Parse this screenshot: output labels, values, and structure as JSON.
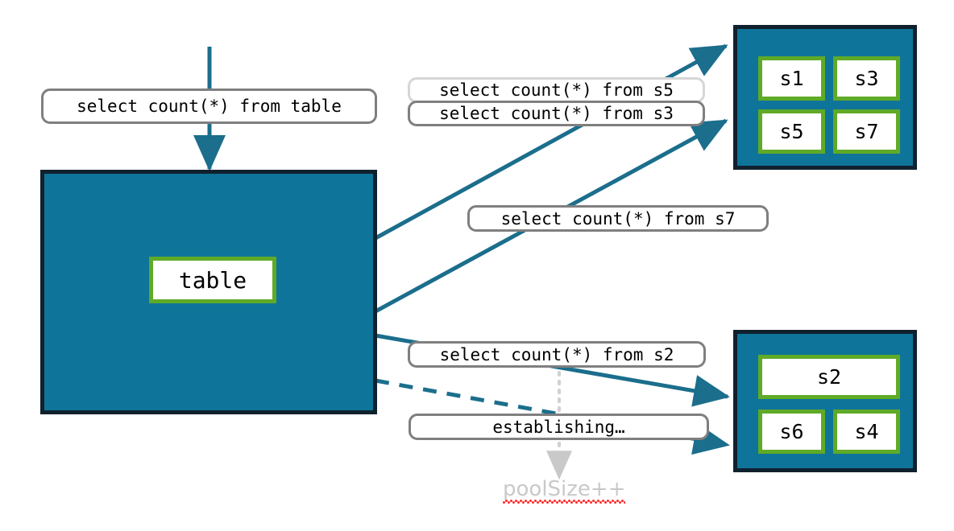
{
  "diagram": {
    "title": "connection pool select count query diagram",
    "colors": {
      "pool_fill": "#0f7499",
      "pool_border": "#10212e",
      "node_border": "#5faa27",
      "node_fill": "#ffffff",
      "edge": "#1b6e8c",
      "label_border": "#7f7f7f",
      "label_border_faded": "#d6d6d6",
      "annotation_text": "#c9c9c9",
      "spellcheck_underline": "#ff2d2d",
      "background": "#ffffff"
    }
  },
  "labels": {
    "query_table": "select count(*) from table",
    "query_s5": "select count(*) from s5",
    "query_s3": "select count(*) from s3",
    "query_s7": "select count(*) from s7",
    "query_s2": "select count(*) from s2",
    "establishing": "establishing…",
    "pool_size_increment": "poolSize++"
  },
  "table_container": {
    "node_label": "table"
  },
  "pool_top": {
    "nodes": [
      {
        "label": "s1"
      },
      {
        "label": "s3"
      },
      {
        "label": "s5"
      },
      {
        "label": "s7"
      }
    ]
  },
  "pool_bottom": {
    "nodes": [
      {
        "label": "s2"
      },
      {
        "label": "s6"
      },
      {
        "label": "s4"
      }
    ]
  },
  "edges": [
    {
      "name": "query-into-table",
      "style": "solid",
      "arrow": true
    },
    {
      "name": "table-to-pool-top-upper",
      "style": "solid",
      "arrow": true
    },
    {
      "name": "table-to-pool-top-lower",
      "style": "solid",
      "arrow": true
    },
    {
      "name": "table-to-pool-bottom-s2",
      "style": "solid",
      "arrow": true
    },
    {
      "name": "table-to-pool-bottom-new",
      "style": "dashed",
      "arrow": true
    },
    {
      "name": "establishing-to-poolsize",
      "style": "dotted",
      "arrow": true
    }
  ]
}
